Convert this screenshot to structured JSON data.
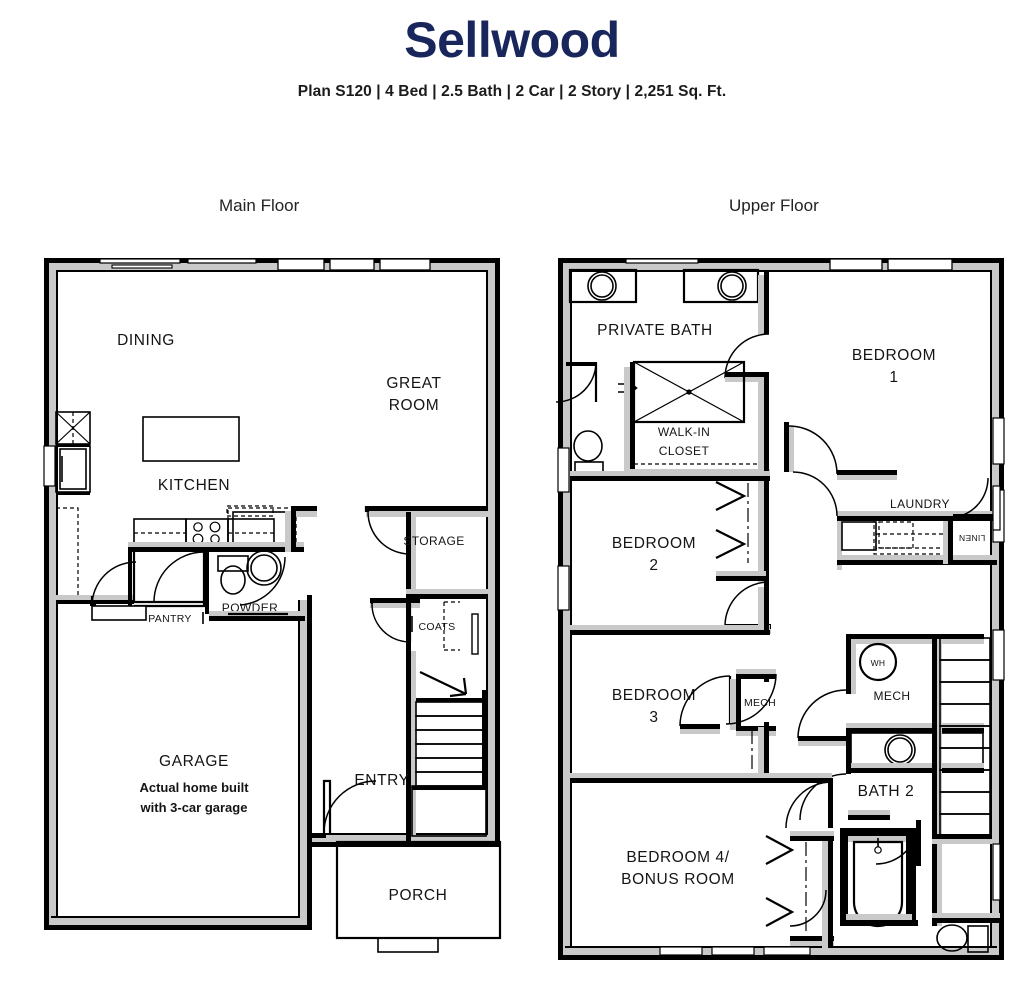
{
  "header": {
    "title": "Sellwood",
    "specs": "Plan S120 |  4 Bed  |  2.5 Bath  |  2 Car  |  2 Story  |  2,251 Sq. Ft.",
    "title_color": "#19265c"
  },
  "floors": [
    {
      "id": "main",
      "label": "Main Floor"
    },
    {
      "id": "upper",
      "label": "Upper Floor"
    }
  ],
  "main_floor": {
    "rooms": [
      {
        "name": "dining",
        "label": "DINING"
      },
      {
        "name": "great-room",
        "label_line1": "GREAT",
        "label_line2": "ROOM"
      },
      {
        "name": "kitchen",
        "label": "KITCHEN"
      },
      {
        "name": "pantry",
        "label": "PANTRY"
      },
      {
        "name": "powder",
        "label": "POWDER"
      },
      {
        "name": "storage",
        "label": "STORAGE"
      },
      {
        "name": "coats",
        "label": "COATS"
      },
      {
        "name": "entry",
        "label": "ENTRY"
      },
      {
        "name": "garage",
        "label": "GARAGE"
      },
      {
        "name": "porch",
        "label": "PORCH"
      }
    ],
    "garage_note_line1": "Actual home built",
    "garage_note_line2": "with 3-car garage"
  },
  "upper_floor": {
    "rooms": [
      {
        "name": "private-bath",
        "label": "PRIVATE BATH"
      },
      {
        "name": "walk-in-closet",
        "label_line1": "WALK-IN",
        "label_line2": "CLOSET"
      },
      {
        "name": "bedroom-1",
        "label_line1": "BEDROOM",
        "label_line2": "1"
      },
      {
        "name": "bedroom-2",
        "label_line1": "BEDROOM",
        "label_line2": "2"
      },
      {
        "name": "bedroom-3",
        "label_line1": "BEDROOM",
        "label_line2": "3"
      },
      {
        "name": "bedroom-4",
        "label_line1": "BEDROOM 4/",
        "label_line2": "BONUS ROOM"
      },
      {
        "name": "laundry",
        "label": "LAUNDRY"
      },
      {
        "name": "linen",
        "label": "LINEN"
      },
      {
        "name": "mech-upper",
        "label": "MECH"
      },
      {
        "name": "mech-hall",
        "label": "MECH"
      },
      {
        "name": "bath-2",
        "label": "BATH 2"
      },
      {
        "name": "water-heater",
        "label": "WH"
      }
    ]
  }
}
